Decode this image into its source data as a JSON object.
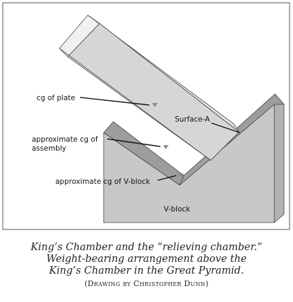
{
  "diagram": {
    "labels": {
      "cg_plate": "cg of plate",
      "cg_assembly_line1": "approximate cg of",
      "cg_assembly_line2": "assembly",
      "cg_vblock": "approximate cg of V-block",
      "surface_a": "Surface-A",
      "vblock": "V-block"
    },
    "colors": {
      "panel_border": "#555555",
      "block_front": "#c8c8c8",
      "block_top": "#9d9d9d",
      "plate_face": "#d6d6d6",
      "plate_top": "#e4e4e4",
      "plate_end": "#f1f1f1",
      "marker": "#8a8a8a"
    }
  },
  "caption": {
    "line1": "King’s Chamber and the “relieving chamber.”",
    "line2": "Weight-bearing arrangement above the",
    "line3": "King’s Chamber in the Great Pyramid.",
    "credit": "(Drawing by Christopher Dunn)"
  }
}
